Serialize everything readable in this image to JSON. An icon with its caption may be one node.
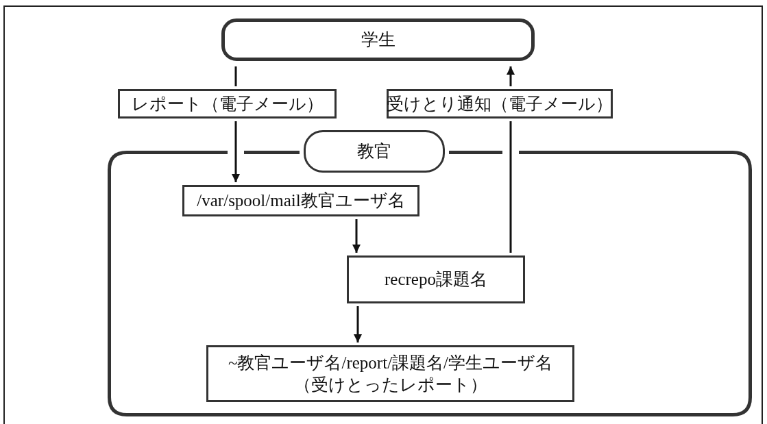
{
  "diagram": {
    "nodes": [
      {
        "text": [
          "学生"
        ]
      },
      {
        "text": [
          "レポート（電子メール）"
        ]
      },
      {
        "text": [
          "受けとり通知（電子メール）"
        ]
      },
      {
        "text": [
          "教官"
        ]
      },
      {
        "text": [
          "/var/spool/mail教官ユーザ名"
        ],
        "in": 3
      },
      {
        "text": [
          "recrepo課題名"
        ],
        "in": 3
      },
      {
        "text": [
          "~教官ユーザ名/report/課題名/学生ユーザ名（受けとったレポート）"
        ],
        "in": 3
      }
    ],
    "edges": [
      {
        "from": 0,
        "to": 1,
        "arrow": "none"
      },
      {
        "from": 1,
        "to": 4,
        "arrow": "to"
      },
      {
        "from": 4,
        "to": 5,
        "arrow": "to"
      },
      {
        "from": 5,
        "to": 6,
        "arrow": "to"
      },
      {
        "from": 5,
        "to": 2,
        "arrow": "none"
      },
      {
        "from": 2,
        "to": 0,
        "arrow": "to"
      }
    ]
  }
}
